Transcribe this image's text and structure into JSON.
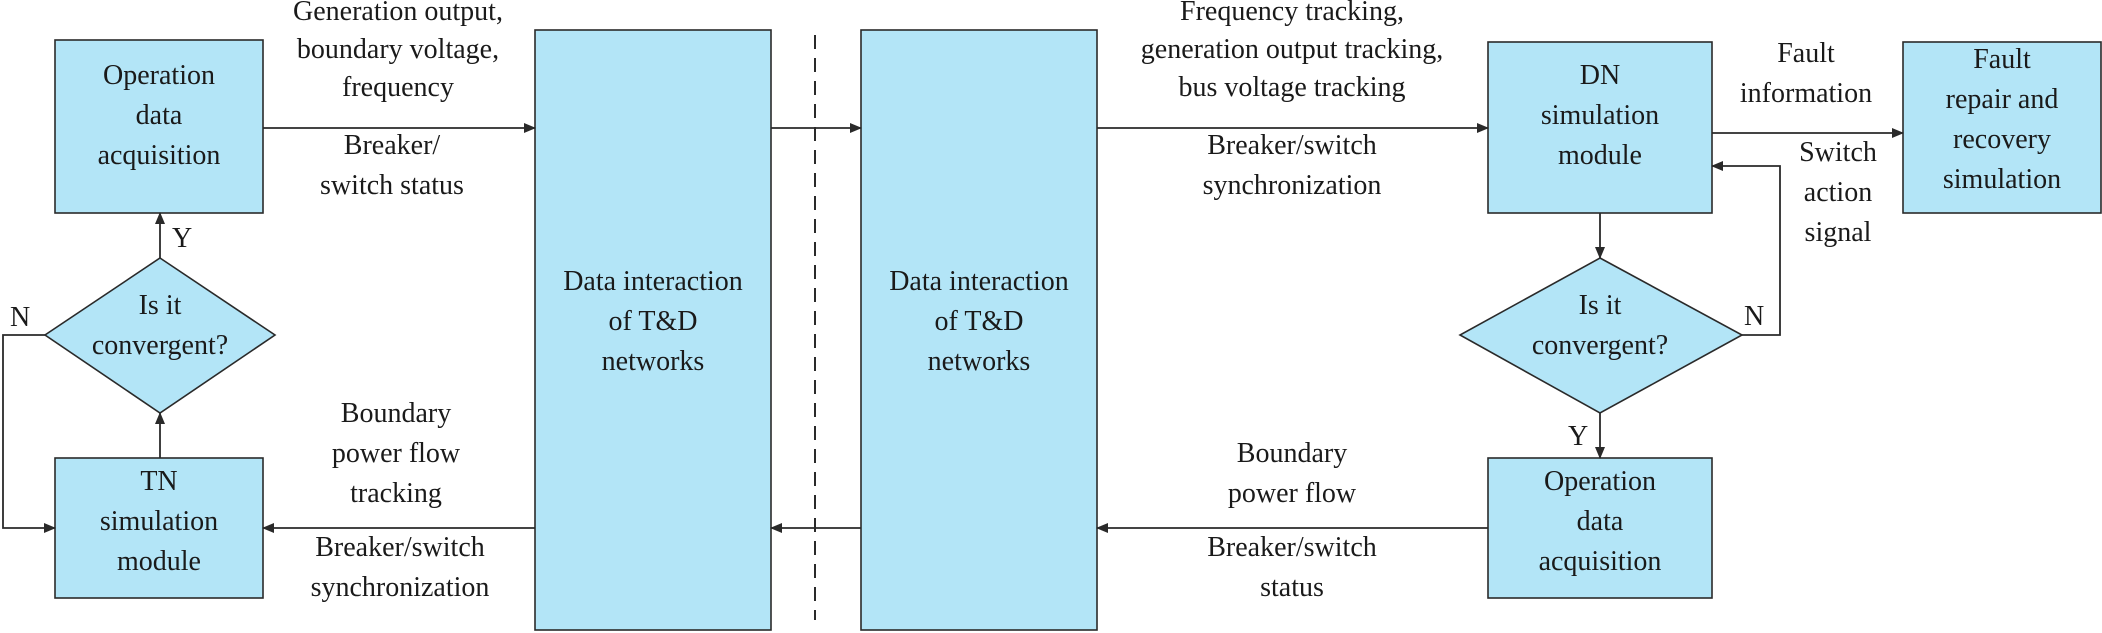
{
  "nodes": {
    "tn_acquisition": [
      "Operation",
      "data",
      "acquisition"
    ],
    "tn_convergent": [
      "Is it",
      "convergent?"
    ],
    "tn_simulation": [
      "TN",
      "simulation",
      "module"
    ],
    "interaction_left": [
      "Data interaction",
      "of T&D",
      "networks"
    ],
    "interaction_right": [
      "Data interaction",
      "of T&D",
      "networks"
    ],
    "dn_simulation": [
      "DN",
      "simulation",
      "module"
    ],
    "fault_repair": [
      "Fault",
      "repair and",
      "recovery",
      "simulation"
    ],
    "dn_convergent": [
      "Is it",
      "convergent?"
    ],
    "dn_acquisition": [
      "Operation",
      "data",
      "acquisition"
    ]
  },
  "edge_labels": {
    "tn_out_above": [
      "Generation output,",
      "boundary voltage,",
      "frequency"
    ],
    "tn_out_below": [
      "Breaker/",
      "switch status"
    ],
    "tn_in_above": [
      "Boundary",
      "power flow",
      "tracking"
    ],
    "tn_in_below": [
      "Breaker/switch",
      "synchronization"
    ],
    "dn_in_above": [
      "Frequency tracking,",
      "generation output tracking,",
      "bus voltage tracking"
    ],
    "dn_in_below": [
      "Breaker/switch",
      "synchronization"
    ],
    "fault_info": [
      "Fault",
      "information"
    ],
    "switch_signal": [
      "Switch",
      "action",
      "signal"
    ],
    "dn_out_above": [
      "Boundary",
      "power flow"
    ],
    "dn_out_below": [
      "Breaker/switch",
      "status"
    ],
    "tn_yes": "Y",
    "tn_no": "N",
    "dn_yes": "Y",
    "dn_no": "N"
  }
}
